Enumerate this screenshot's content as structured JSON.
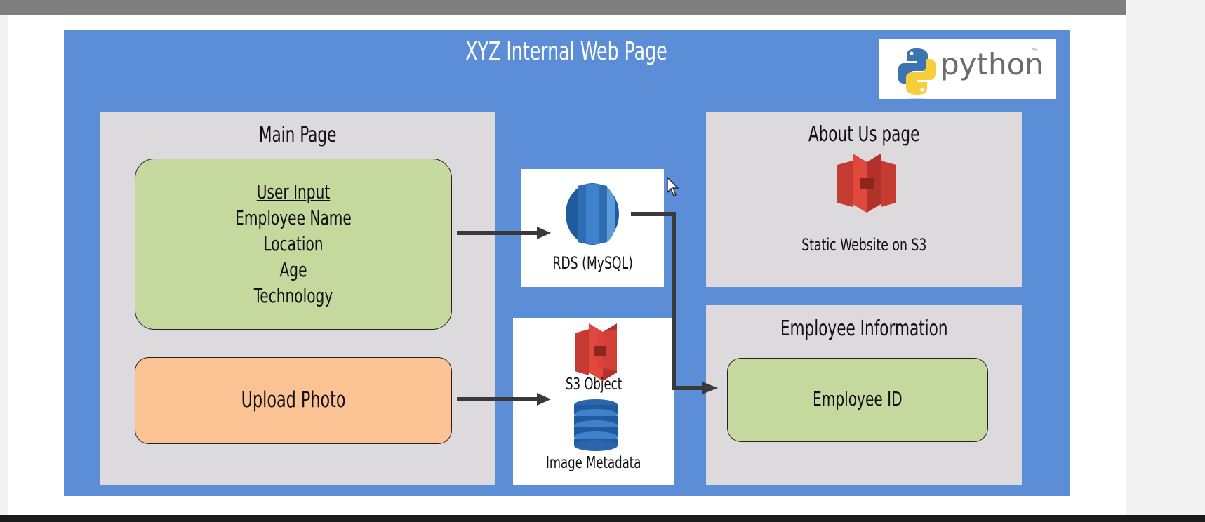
{
  "header": {
    "title": "XYZ Internal Web Page"
  },
  "logo": {
    "text": "python",
    "tm": "™"
  },
  "main_page": {
    "title": "Main Page",
    "user_input": {
      "heading": "User Input",
      "fields": [
        "Employee Name",
        "Location",
        "Age",
        "Technology"
      ]
    },
    "upload": {
      "label": "Upload Photo"
    }
  },
  "rds": {
    "label": "RDS (MySQL)"
  },
  "storage": {
    "s3_label": "S3 Object",
    "metadata_label": "Image Metadata"
  },
  "about": {
    "title": "About Us page",
    "caption": "Static Website on S3"
  },
  "employee_info": {
    "title": "Employee Information",
    "id_label": "Employee ID"
  },
  "colors": {
    "background": "#5b8ed7",
    "panel": "#dcdadd",
    "input_box": "#c5d89d",
    "upload_box": "#fbc294",
    "s3_red": "#d9433a",
    "rds_blue": "#2e6db5",
    "arrow": "#3a3a3a"
  }
}
